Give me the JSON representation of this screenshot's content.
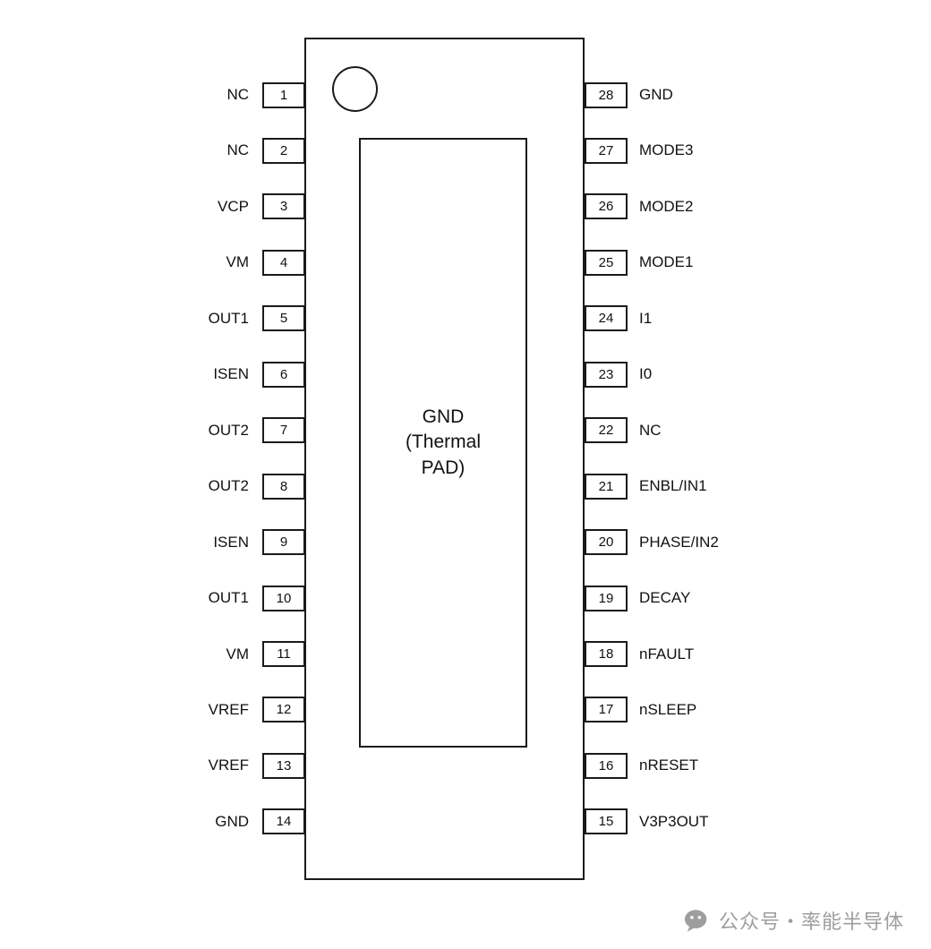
{
  "chip": {
    "pad_label": "GND\n(Thermal\nPAD)"
  },
  "left_pins": [
    {
      "num": "1",
      "label": "NC"
    },
    {
      "num": "2",
      "label": "NC"
    },
    {
      "num": "3",
      "label": "VCP"
    },
    {
      "num": "4",
      "label": "VM"
    },
    {
      "num": "5",
      "label": "OUT1"
    },
    {
      "num": "6",
      "label": "ISEN"
    },
    {
      "num": "7",
      "label": "OUT2"
    },
    {
      "num": "8",
      "label": "OUT2"
    },
    {
      "num": "9",
      "label": "ISEN"
    },
    {
      "num": "10",
      "label": "OUT1"
    },
    {
      "num": "11",
      "label": "VM"
    },
    {
      "num": "12",
      "label": "VREF"
    },
    {
      "num": "13",
      "label": "VREF"
    },
    {
      "num": "14",
      "label": "GND"
    }
  ],
  "right_pins": [
    {
      "num": "28",
      "label": "GND"
    },
    {
      "num": "27",
      "label": "MODE3"
    },
    {
      "num": "26",
      "label": "MODE2"
    },
    {
      "num": "25",
      "label": "MODE1"
    },
    {
      "num": "24",
      "label": "I1"
    },
    {
      "num": "23",
      "label": "I0"
    },
    {
      "num": "22",
      "label": "NC"
    },
    {
      "num": "21",
      "label": "ENBL/IN1"
    },
    {
      "num": "20",
      "label": "PHASE/IN2"
    },
    {
      "num": "19",
      "label": "DECAY"
    },
    {
      "num": "18",
      "label": "nFAULT"
    },
    {
      "num": "17",
      "label": "nSLEEP"
    },
    {
      "num": "16",
      "label": "nRESET"
    },
    {
      "num": "15",
      "label": "V3P3OUT"
    }
  ],
  "watermark": {
    "text": "公众号・率能半导体"
  },
  "colors": {
    "line": "#1a1a1a",
    "watermark_gray": "#9e9e9e"
  }
}
